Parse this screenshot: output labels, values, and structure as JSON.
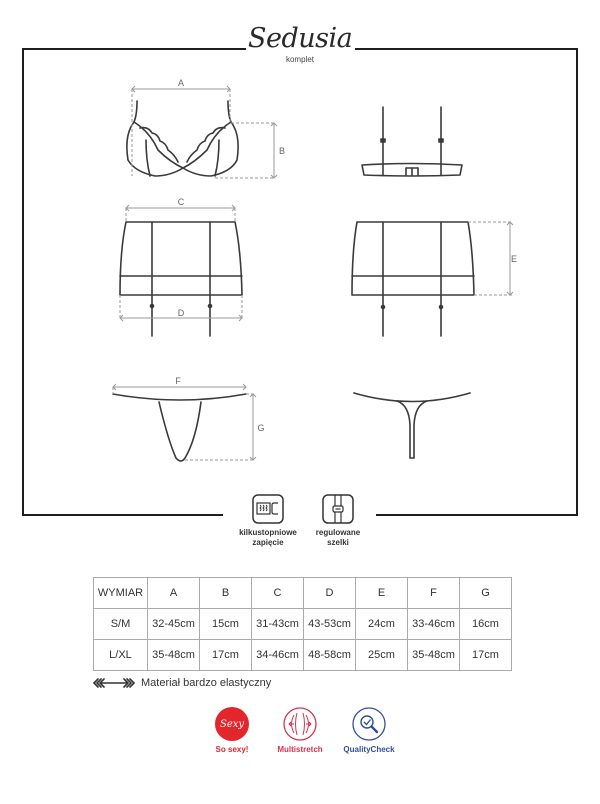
{
  "header": {
    "brand": "Sedusia",
    "subtitle": "komplet"
  },
  "diagram": {
    "dimension_labels": [
      "A",
      "B",
      "C",
      "D",
      "E",
      "F",
      "G"
    ]
  },
  "features": [
    {
      "icon": "multi-hook-closure-icon",
      "label_line1": "kilkustopniowe",
      "label_line2": "zapięcie"
    },
    {
      "icon": "adjustable-strap-icon",
      "label_line1": "regulowane",
      "label_line2": "szelki"
    }
  ],
  "size_table": {
    "header": [
      "WYMIAR",
      "A",
      "B",
      "C",
      "D",
      "E",
      "F",
      "G"
    ],
    "rows": [
      [
        "S/M",
        "32-45cm",
        "15cm",
        "31-43cm",
        "43-53cm",
        "24cm",
        "33-46cm",
        "16cm"
      ],
      [
        "L/XL",
        "35-48cm",
        "17cm",
        "34-46cm",
        "48-58cm",
        "25cm",
        "35-48cm",
        "17cm"
      ]
    ]
  },
  "note": {
    "icon": "stretch-arrows-icon",
    "text": "Materiał bardzo elastyczny"
  },
  "badges": [
    {
      "icon_text": "Sexy",
      "label": "So sexy!",
      "color": "#e3262b"
    },
    {
      "icon_text": "",
      "label": "Multistretch",
      "color": "#d8324f"
    },
    {
      "icon_text": "",
      "label": "QualityCheck",
      "color": "#2f4f9c"
    }
  ]
}
